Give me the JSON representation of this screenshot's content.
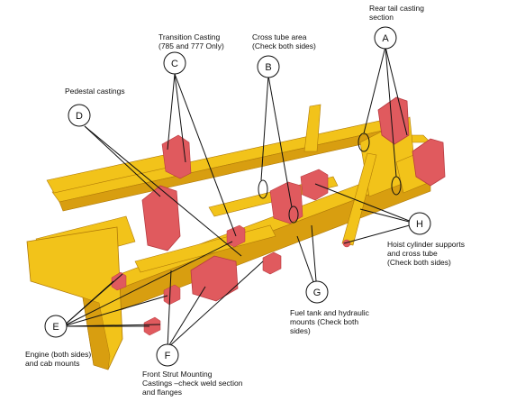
{
  "colors": {
    "frame_yellow": "#f2c31a",
    "frame_shade": "#d89e10",
    "frame_dark": "#b07a08",
    "casting_red": "#e05a5e",
    "casting_dark": "#b83a40",
    "leader_line": "#111111"
  },
  "callouts": [
    {
      "letter": "A",
      "label": "Rear tail casting\nsection"
    },
    {
      "letter": "B",
      "label": "Cross tube area\n(Check both sides)"
    },
    {
      "letter": "C",
      "label": "Transition Casting\n(785 and 777 Only)"
    },
    {
      "letter": "D",
      "label": "Pedestal castings"
    },
    {
      "letter": "E",
      "label": "Engine (both sides)\nand cab mounts"
    },
    {
      "letter": "F",
      "label": "Front Strut Mounting\nCastings –check weld section\nand flanges"
    },
    {
      "letter": "G",
      "label": "Fuel tank and hydraulic\nmounts (Check both\nsides)"
    },
    {
      "letter": "H",
      "label": "Hoist cylinder supports\nand cross tube\n(Check both sides)"
    }
  ]
}
